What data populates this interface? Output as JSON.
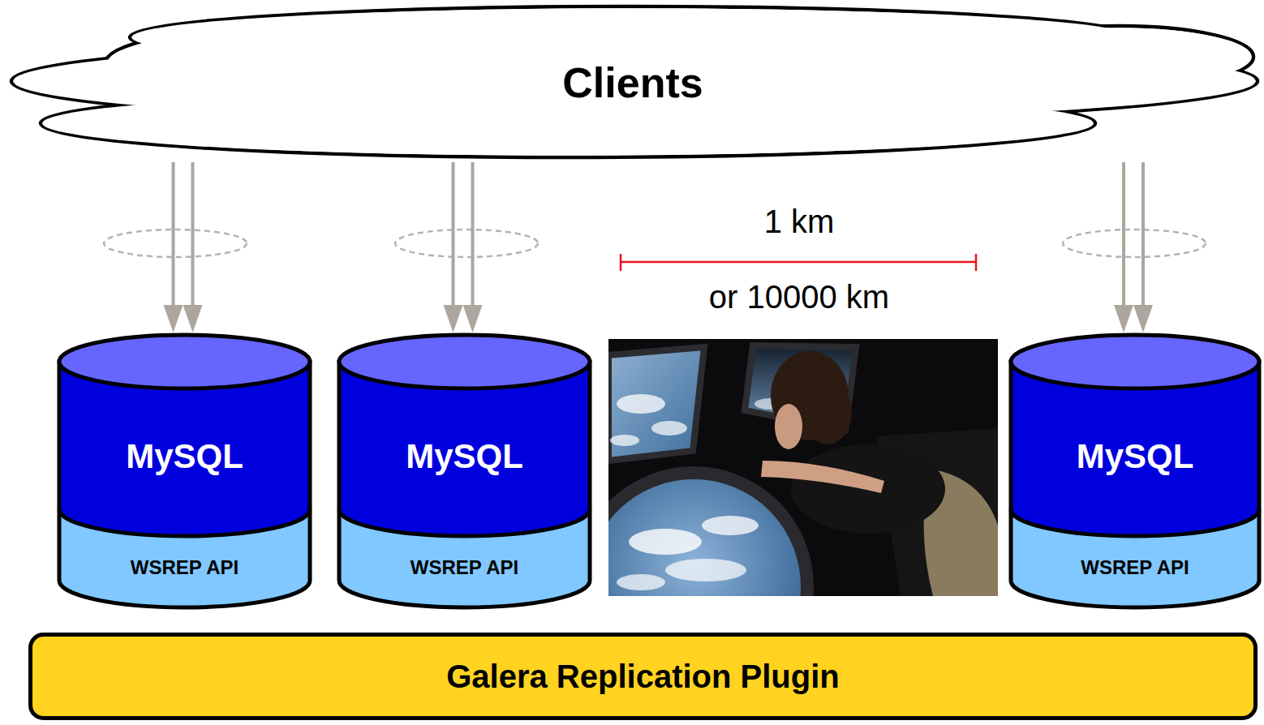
{
  "diagram": {
    "nodes": [
      {
        "text": [
          "Clients"
        ]
      },
      {
        "text": [
          "MySQL",
          "WSREP API"
        ]
      },
      {
        "text": [
          "MySQL",
          "WSREP API"
        ]
      },
      {
        "text": [
          "MySQL",
          "WSREP API"
        ]
      },
      {
        "text": [
          "Galera Replication Plugin"
        ]
      }
    ],
    "edges": [
      {
        "from": 0,
        "to": 1,
        "arrow": "to"
      },
      {
        "from": 0,
        "to": 1,
        "arrow": "to"
      },
      {
        "from": 0,
        "to": 2,
        "arrow": "to"
      },
      {
        "from": 0,
        "to": 2,
        "arrow": "to"
      },
      {
        "from": 0,
        "to": 3,
        "arrow": "to"
      },
      {
        "from": 0,
        "to": 3,
        "arrow": "to"
      }
    ],
    "labels": [
      "1 km",
      "or 10000 km"
    ]
  }
}
